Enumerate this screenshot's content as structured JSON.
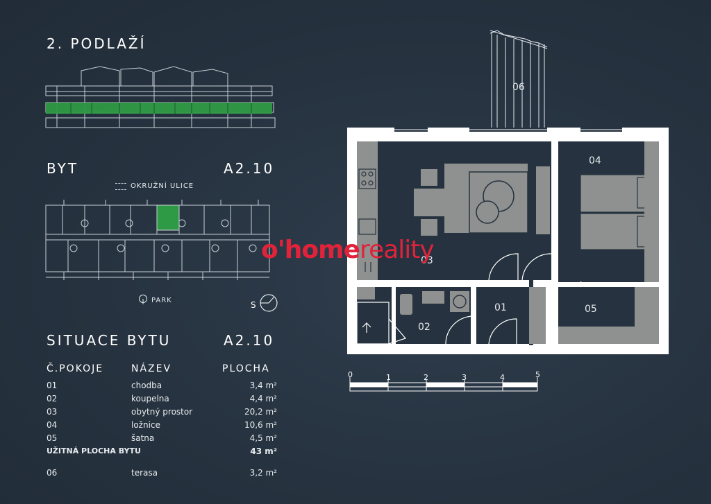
{
  "floor": {
    "title": "2. PODLAŽÍ"
  },
  "unit": {
    "label": "BYT",
    "code": "A2.10"
  },
  "site": {
    "street": "OKRUŽNÍ ULICE",
    "park": "PARK",
    "north": "S"
  },
  "situation": {
    "title": "SITUACE BYTU",
    "code": "A2.10"
  },
  "table": {
    "headers": [
      "Č.POKOJE",
      "NÁZEV",
      "PLOCHA"
    ],
    "rows": [
      {
        "no": "01",
        "name": "chodba",
        "area": "3,4 m²"
      },
      {
        "no": "02",
        "name": "koupelna",
        "area": "4,4 m²"
      },
      {
        "no": "03",
        "name": "obytný prostor",
        "area": "20,2 m²"
      },
      {
        "no": "04",
        "name": "ložnice",
        "area": "10,6 m²"
      },
      {
        "no": "05",
        "name": "šatna",
        "area": "4,5 m²"
      }
    ],
    "total": {
      "label": "UŽITNÁ PLOCHA BYTU",
      "area": "43 m²"
    },
    "terrace": {
      "no": "06",
      "name": "terasa",
      "area": "3,2 m²"
    }
  },
  "plan": {
    "rooms": {
      "r01": "01",
      "r02": "02",
      "r03": "03",
      "r04": "04",
      "r05": "05",
      "r06": "06"
    }
  },
  "scale": {
    "ticks": [
      "0",
      "1",
      "2",
      "3",
      "4",
      "5"
    ]
  },
  "watermark": {
    "part1": "o'home",
    "part2": "reality"
  },
  "colors": {
    "background": "#26323f",
    "highlight": "#2f9a45",
    "furniture": "#8e918f",
    "watermark": "#e0233a"
  }
}
